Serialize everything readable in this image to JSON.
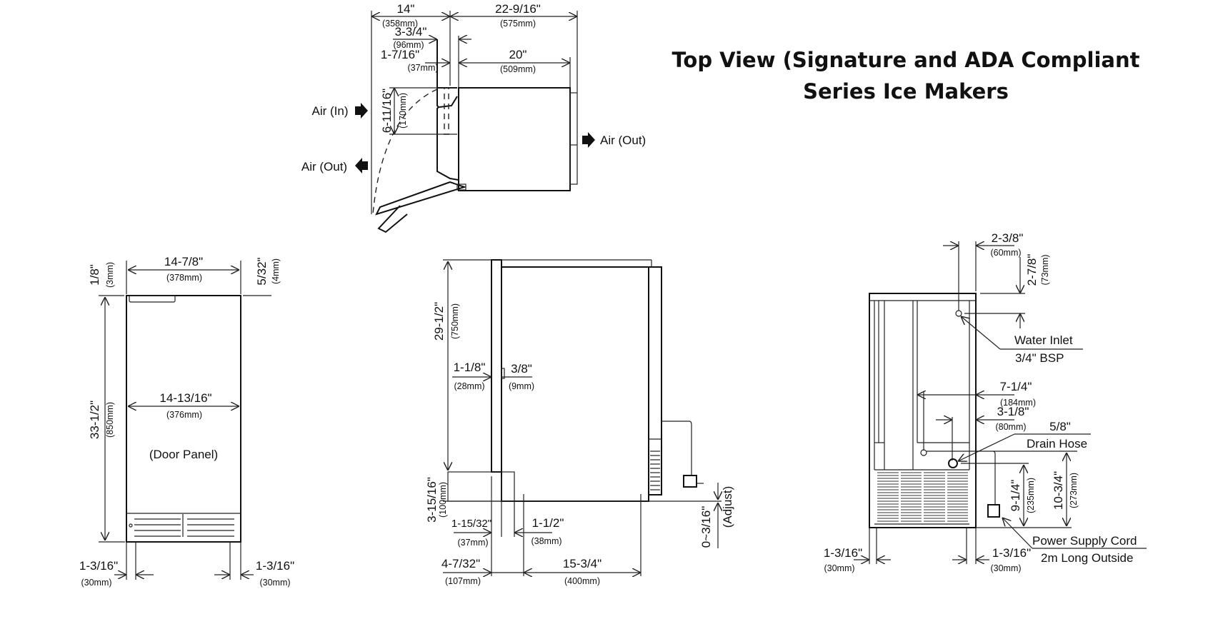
{
  "title": {
    "line1": "Top View (Signature and ADA Compliant",
    "line2": "Series Ice Makers"
  },
  "top_view": {
    "overall_depth": {
      "in": "14\"",
      "mm": "(358mm)"
    },
    "unit_depth": {
      "in": "22-9/16\"",
      "mm": "(575mm)"
    },
    "door_swing": {
      "in": "3-3/4\"",
      "mm": "(96mm)"
    },
    "door_thickness": {
      "in": "1-7/16\"",
      "mm": "(37mm)"
    },
    "cabinet_depth": {
      "in": "20\"",
      "mm": "(509mm)"
    },
    "vent": {
      "in": "6-11/16\"",
      "mm": "(170mm)"
    },
    "air_in": "Air (In)",
    "air_out_left": "Air (Out)",
    "air_out_right": "Air (Out)"
  },
  "front_view": {
    "width_top": {
      "in": "14-7/8\"",
      "mm": "(378mm)"
    },
    "top_left_gap": {
      "in": "1/8\"",
      "mm": "(3mm)"
    },
    "top_right_gap": {
      "in": "5/32\"",
      "mm": "(4mm)"
    },
    "height": {
      "in": "33-1/2\"",
      "mm": "(850mm)"
    },
    "panel_width": {
      "in": "14-13/16\"",
      "mm": "(376mm)"
    },
    "panel_label": "(Door Panel)",
    "leg_left": {
      "in": "1-3/16\"",
      "mm": "(30mm)"
    },
    "leg_right": {
      "in": "1-3/16\"",
      "mm": "(30mm)"
    }
  },
  "side_view": {
    "height": {
      "in": "29-1/2\"",
      "mm": "(750mm)"
    },
    "door_offset": {
      "in": "1-1/8\"",
      "mm": "(28mm)"
    },
    "handle": {
      "in": "3/8\"",
      "mm": "(9mm)"
    },
    "base_height": {
      "in": "3-15/16\"",
      "mm": "(100mm)"
    },
    "base_offset1": {
      "in": "1-15/32\"",
      "mm": "(37mm)"
    },
    "base_offset2": {
      "in": "1-1/2\"",
      "mm": "(38mm)"
    },
    "front_offset": {
      "in": "4-7/32\"",
      "mm": "(107mm)"
    },
    "leg_span": {
      "in": "15-3/4\"",
      "mm": "(400mm)"
    },
    "adjust": {
      "in": "0~3/16\"",
      "note": "(Adjust)"
    }
  },
  "rear_view": {
    "inlet_offset_x": {
      "in": "2-3/8\"",
      "mm": "(60mm)"
    },
    "inlet_offset_y": {
      "in": "2-7/8\"",
      "mm": "(73mm)"
    },
    "water_inlet": {
      "label": "Water Inlet",
      "size": "3/4\" BSP"
    },
    "drain_x1": {
      "in": "7-1/4\"",
      "mm": "(184mm)"
    },
    "drain_x2": {
      "in": "3-1/8\"",
      "mm": "(80mm)"
    },
    "drain_hose": {
      "size": "5/8\"",
      "label": "Drain Hose"
    },
    "drain_h1": {
      "in": "9-1/4\"",
      "mm": "(235mm)"
    },
    "drain_h2": {
      "in": "10-3/4\"",
      "mm": "(273mm)"
    },
    "power_cord": {
      "label": "Power Supply Cord",
      "note": "2m Long Outside"
    },
    "leg_left": {
      "in": "1-3/16\"",
      "mm": "(30mm)"
    },
    "leg_right": {
      "in": "1-3/16\"",
      "mm": "(30mm)"
    }
  }
}
